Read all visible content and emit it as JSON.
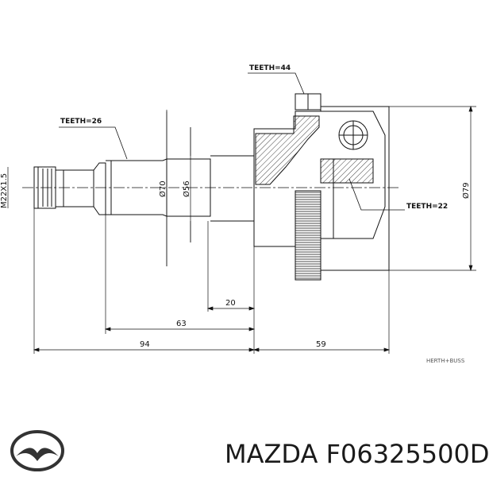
{
  "caption": {
    "brand": "MAZDA",
    "part_number": "F06325500D"
  },
  "drawing": {
    "teeth_shaft": "TEETH=26",
    "teeth_ring": "TEETH=44",
    "teeth_inner": "TEETH=22",
    "thread": "M22X1.5",
    "dia_70": "Ø70",
    "dia_56": "Ø56",
    "dia_79": "Ø79",
    "dim_20": "20",
    "dim_63": "63",
    "dim_94": "94",
    "dim_59": "59",
    "watermark": "HERTH+BUSS"
  },
  "logo": {
    "icon": "mazda-logo-icon"
  },
  "colors": {
    "line": "#111111",
    "caption": "#1a1a1a"
  }
}
